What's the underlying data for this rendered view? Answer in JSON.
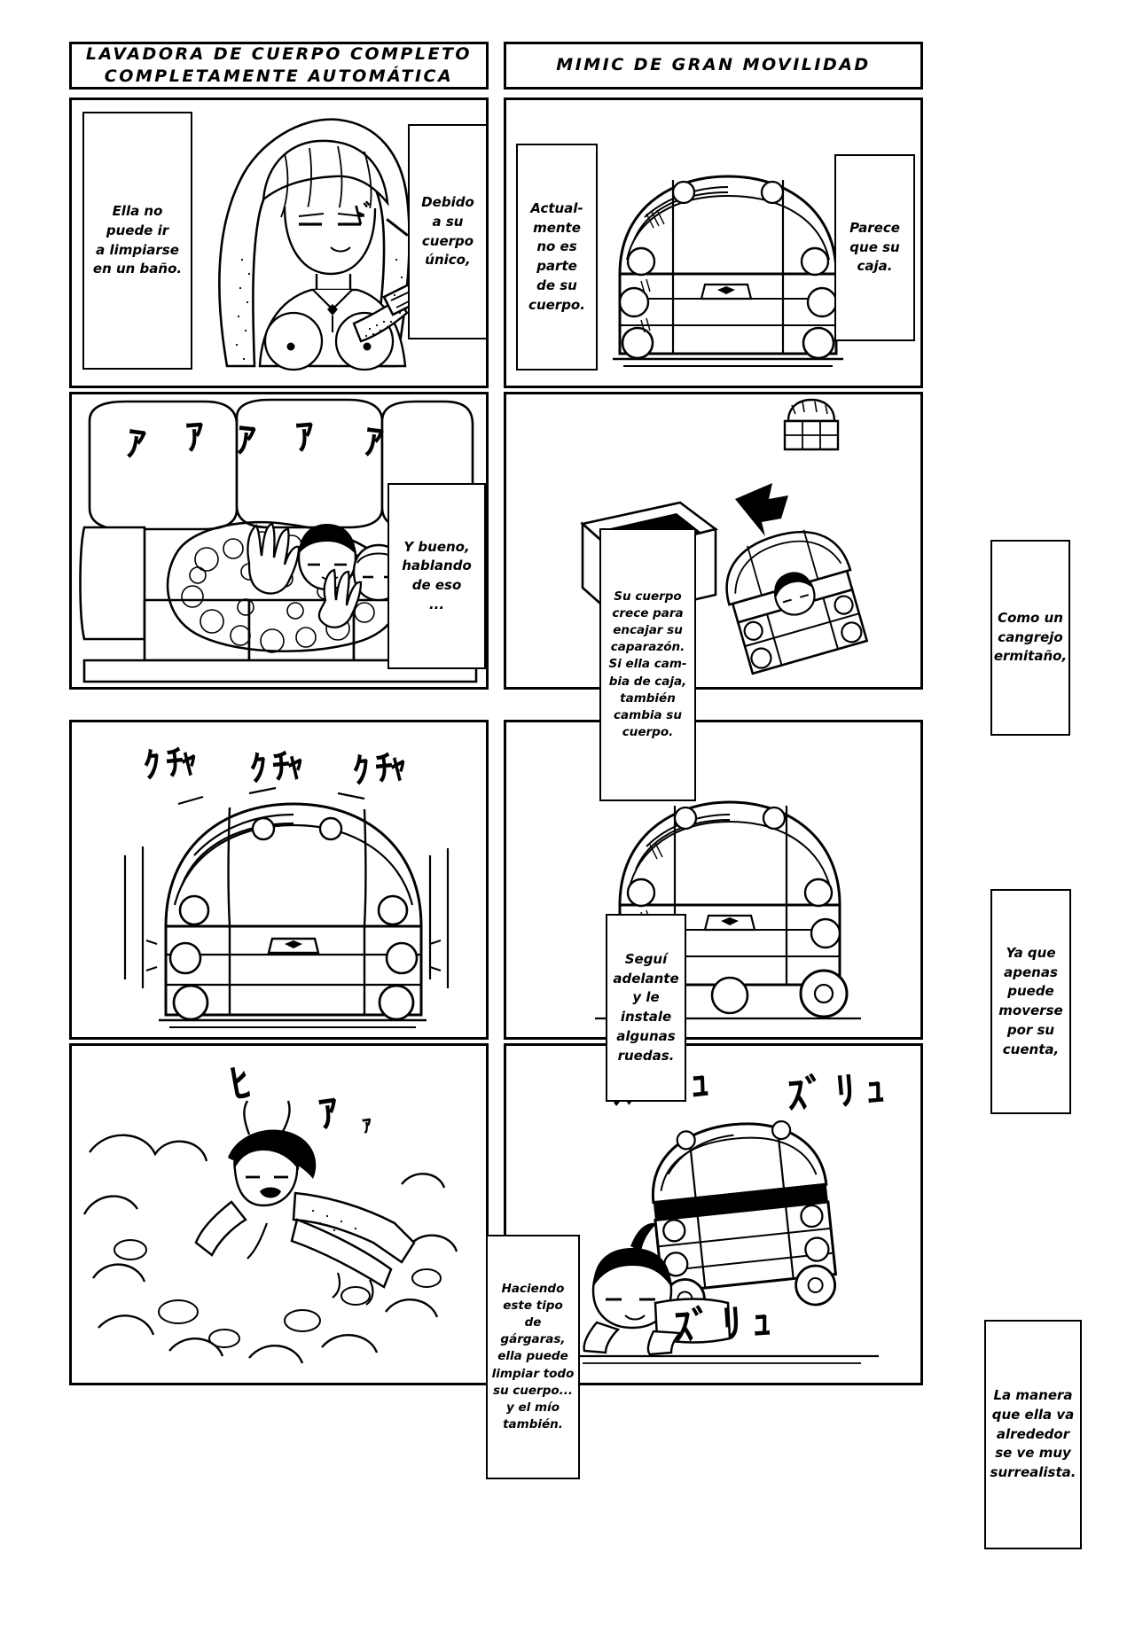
{
  "page": {
    "kind": "four-panel-comic-page",
    "language": "es",
    "background_color": "#ffffff",
    "ink_color": "#000000"
  },
  "columns": [
    {
      "id": "left",
      "title": "LAVADORA DE CUERPO COMPLETO\nCOMPLETAMENTE AUTOMÁTICA",
      "title_line1": "LAVADORA DE CUERPO COMPLETO",
      "title_line2": "COMPLETAMENTE AUTOMÁTICA",
      "panels": [
        {
          "index": 1,
          "captions": [
            "Ella no\npuede ir\na limpiarse\nen un baño.",
            "Debido\na su\ncuerpo\núnico,"
          ],
          "sfx": [
            "ﾄﾞ"
          ],
          "scene": "girl-with-long-hair-holding-object"
        },
        {
          "index": 2,
          "captions": [
            "Y bueno,\nhablando\nde eso\n..."
          ],
          "sfx": [
            "ｱ",
            "ｱ",
            "ｱ",
            "ｱ",
            "ｱ"
          ],
          "scene": "two-girls-inside-foam-filled-sofa"
        },
        {
          "index": 3,
          "captions": [],
          "sfx": [
            "ｸ ﾁｬ",
            "ｸ ﾁｬ",
            "ｸ ﾁｬ"
          ],
          "scene": "wheeled-treasure-chest-shaking"
        },
        {
          "index": 4,
          "captions": [
            "Haciendo\neste tipo\nde gárgaras,\nella puede\nlimpiar todo\nsu cuerpo...\ny el mío\ntambién."
          ],
          "sfx": [
            "ﾋ",
            "ｱ",
            "ｧ"
          ],
          "scene": "girl-lying-in-foam-splash"
        }
      ]
    },
    {
      "id": "right",
      "title": "MIMIC DE GRAN MOVILIDAD",
      "title_line1": "MIMIC DE GRAN MOVILIDAD",
      "title_line2": "",
      "panels": [
        {
          "index": 1,
          "captions": [
            "Actual-\nmente\nno es\nparte\nde su\ncuerpo.",
            "Parece\nque su\ncaja."
          ],
          "sfx": [],
          "scene": "treasure-chest-with-wheels"
        },
        {
          "index": 2,
          "captions": [
            "Su cuerpo\ncrece para\nencajar su\ncaparazón.\nSi ella cam-\nbia de caja,\ntambién\ncambia su\ncuerpo.",
            "Como un\ncangrejo\nermitaño,"
          ],
          "sfx": [],
          "scene": "mimic-changing-boxes-with-arrows"
        },
        {
          "index": 3,
          "captions": [
            "Seguí\nadelante\ny le\ninstale\nalgunas\nruedas.",
            "Ya que\napenas\npuede\nmoverse\npor su\ncuenta,"
          ],
          "sfx": [],
          "scene": "treasure-chest-on-wheels"
        },
        {
          "index": 4,
          "captions": [
            "La manera\nque ella va\nalrededor\nse ve muy\nsurrealista."
          ],
          "sfx": [
            "ｽﾞ ﾘ ｭ",
            "ｽﾞ ﾘ ｭ",
            "ｽﾞ ﾘ ｭ"
          ],
          "scene": "girl-crawling-dragging-wheeled-chest"
        }
      ]
    }
  ]
}
